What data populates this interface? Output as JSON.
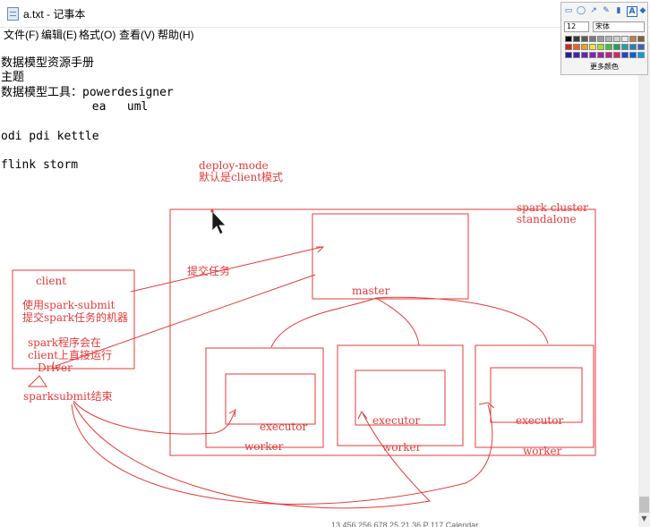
{
  "window": {
    "title": "a.txt - 记事本"
  },
  "menu": {
    "items": [
      {
        "id": "file",
        "label": "文件(F)"
      },
      {
        "id": "edit",
        "label": "编辑(E)"
      },
      {
        "id": "format",
        "label": "格式(O)"
      },
      {
        "id": "view",
        "label": "查看(V)"
      },
      {
        "id": "help",
        "label": "帮助(H)"
      }
    ]
  },
  "document": {
    "lines": [
      "数据模型资源手册",
      "主题",
      "数据模型工具：powerdesigner",
      "             ea   uml",
      "",
      "odi pdi kettle",
      "",
      "flink storm"
    ]
  },
  "annotations": {
    "deploy_mode": "deploy-mode",
    "default_client": "默认是client模式",
    "spark_cluster": "spark cluster",
    "standalone": "standalone",
    "submit_task": "提交任务",
    "client": "client",
    "use_spark_submit": "使用spark-submit",
    "submit_machine": "提交spark任务的机器",
    "program_will": "spark程序会在",
    "run_on_client": "client上直接运行",
    "driver": "Driver",
    "submit_end": "sparksubmit结束",
    "master": "master",
    "executor_1": "executor",
    "executor_2": "executor",
    "executor_3": "executor",
    "worker_1": "worker",
    "worker_2": "worker",
    "worker_3": "worker",
    "ink_color": "#e53b3b"
  },
  "palette": {
    "font_size": "12",
    "font_name": "宋体",
    "more_colors": "更多颜色",
    "swatches_row1": [
      "#000000",
      "#3b3b3b",
      "#5a5a5a",
      "#7a7a7a",
      "#9a9a9a",
      "#b5b5b5",
      "#cfcfcf",
      "#e8e8e8",
      "#c08040",
      "#806040"
    ],
    "swatches_row2": [
      "#e02020",
      "#f06020",
      "#f0a020",
      "#f0e040",
      "#a0e020",
      "#40c040",
      "#20a060",
      "#20a0a0",
      "#2080c0",
      "#4060c0"
    ],
    "swatches_row3": [
      "#2020a0",
      "#4020c0",
      "#6020c0",
      "#8020c0",
      "#a020a0",
      "#c02080",
      "#e02060",
      "#2040e0",
      "#0060e0",
      "#00a0e0"
    ]
  },
  "status_bar": {
    "text": "13 456 256 678      25  21  36 P        117 Calendar"
  }
}
